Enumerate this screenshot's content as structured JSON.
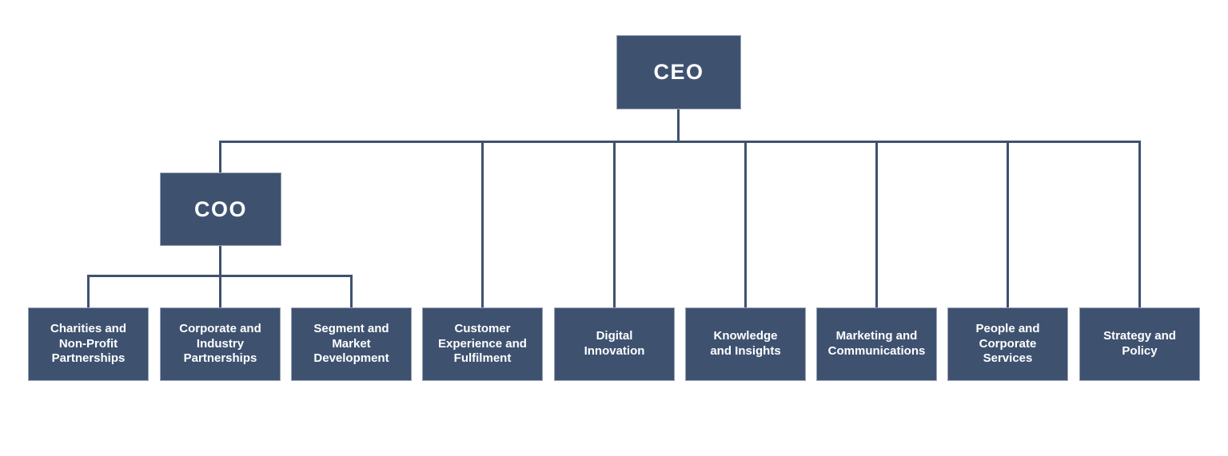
{
  "org_chart": {
    "type": "org-hierarchy",
    "ceo": {
      "label": "CEO",
      "reports": [
        {
          "label": "COO",
          "reports": [
            {
              "label": "Charities and\nNon-Profit\nPartnerships"
            },
            {
              "label": "Corporate and\nIndustry\nPartnerships"
            },
            {
              "label": "Segment and\nMarket\nDevelopment"
            }
          ]
        },
        {
          "label": "Customer\nExperience and\nFulfilment"
        },
        {
          "label": "Digital\nInnovation"
        },
        {
          "label": "Knowledge\nand Insights"
        },
        {
          "label": "Marketing and\nCommunications"
        },
        {
          "label": "People and\nCorporate\nServices"
        },
        {
          "label": "Strategy and\nPolicy"
        }
      ]
    }
  },
  "colors": {
    "box_fill": "#3E5270",
    "box_border": "#97A1B4",
    "line_color": "#3E5270",
    "text_color": "#FFFFFF",
    "bg_color": "#FFFFFF"
  }
}
